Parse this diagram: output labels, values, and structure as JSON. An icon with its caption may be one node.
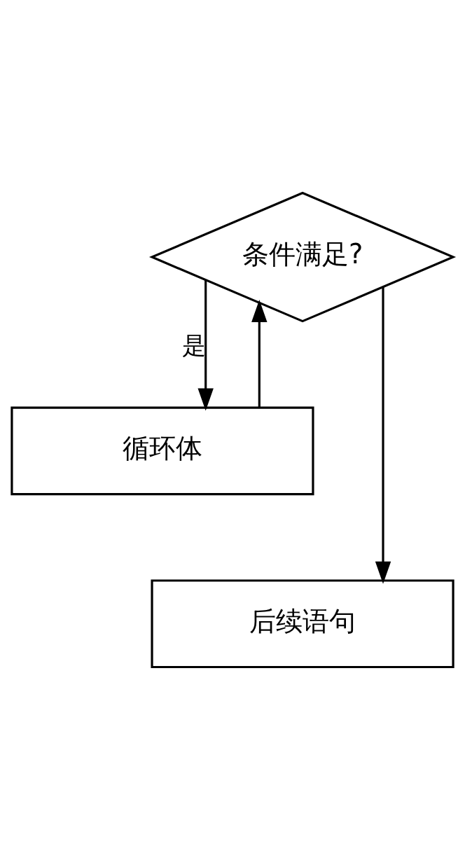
{
  "diagram": {
    "nodes": [
      {
        "text": [
          "条件满足?"
        ]
      },
      {
        "text": [
          "循环体"
        ]
      },
      {
        "text": [
          "后续语句"
        ]
      }
    ],
    "edges": [
      {
        "from": 0,
        "to": 1,
        "arrow": "to",
        "label": "是"
      },
      {
        "from": 1,
        "to": 0,
        "arrow": "to"
      },
      {
        "from": 0,
        "to": 2,
        "arrow": "to"
      }
    ]
  }
}
